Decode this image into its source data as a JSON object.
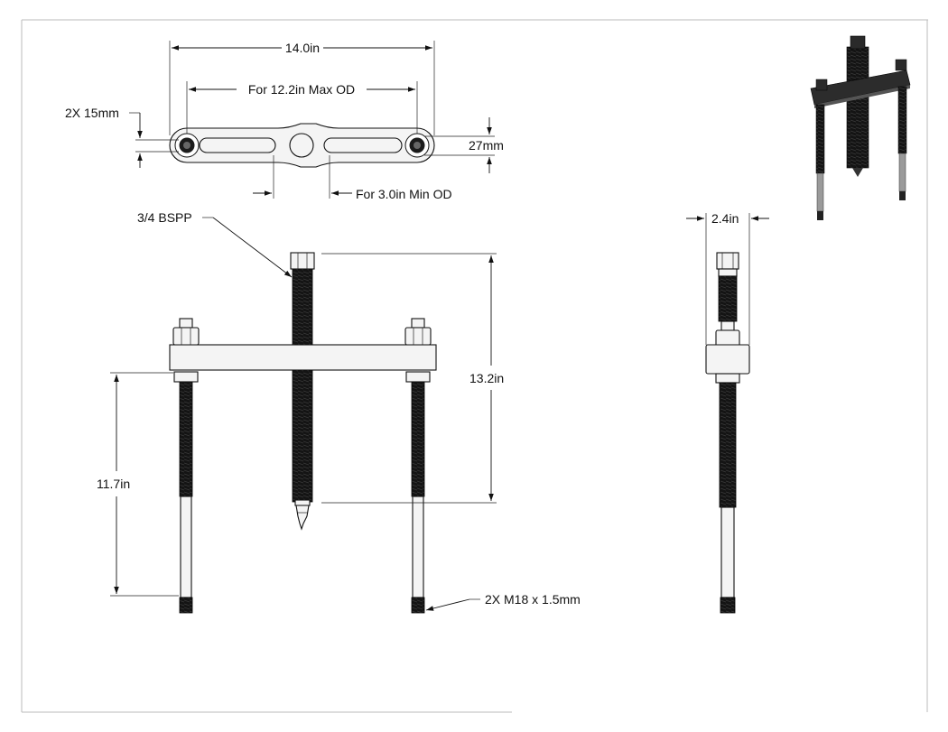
{
  "labels": {
    "overall_width": "14.0in",
    "max_od": "For 12.2in Max OD",
    "hole_dia": "2X 15mm",
    "beam_height": "27mm",
    "min_od": "For 3.0in Min OD",
    "center_thread": "3/4 BSPP",
    "screw_length": "13.2in",
    "leg_length": "11.7in",
    "leg_thread": "2X M18 x 1.5mm",
    "side_width": "2.4in"
  },
  "colors": {
    "line": "#111111",
    "part_fill": "#f4f4f4",
    "thread_fill": "#161616",
    "border": "#bbbbbb"
  }
}
